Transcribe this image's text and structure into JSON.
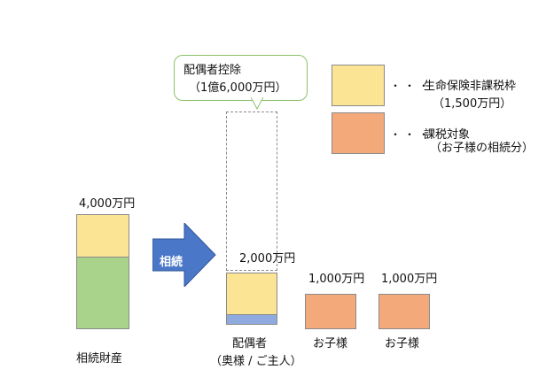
{
  "deduction_callout": {
    "title": "配偶者控除",
    "amount": "（1億6,000万円）"
  },
  "legend": {
    "items": [
      {
        "color": "#fbe595",
        "dots": "・・・",
        "label": "生命保険非課税枠",
        "sub": "（1,500万円）"
      },
      {
        "color": "#f4a97a",
        "dots": "・・・",
        "label": "課税対象",
        "sub": "（お子様の相続分）"
      }
    ]
  },
  "estate": {
    "amount": "4,000万円",
    "caption": "相続財産",
    "colors": {
      "top": "#fbe595",
      "bottom": "#a9d28a"
    }
  },
  "arrow": {
    "label": "相続",
    "color": "#4a77c7"
  },
  "spouse": {
    "amount": "2,000万円",
    "caption_line1": "配偶者",
    "caption_line2": "（奥様 / ご主人）",
    "colors": {
      "main": "#fbe595",
      "base": "#8eaadf"
    }
  },
  "children": [
    {
      "amount": "1,000万円",
      "caption": "お子様",
      "color": "#f4a97a"
    },
    {
      "amount": "1,000万円",
      "caption": "お子様",
      "color": "#f4a97a"
    }
  ]
}
